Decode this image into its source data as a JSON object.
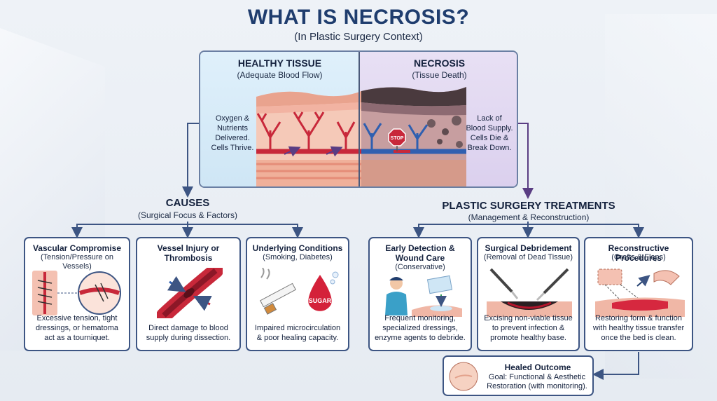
{
  "header": {
    "title": "WHAT IS NECROSIS?",
    "subtitle": "(In Plastic Surgery Context)"
  },
  "comparison": {
    "healthy": {
      "title": "HEALTHY TISSUE",
      "subtitle": "(Adequate Blood Flow)",
      "note_lines": [
        "Oxygen &",
        "Nutrients",
        "Delivered.",
        "Cells Thrive."
      ]
    },
    "necrosis": {
      "title": "NECROSIS",
      "subtitle": "(Tissue Death)",
      "note_lines": [
        "Lack of",
        "Blood Supply.",
        "Cells Die &",
        "Break Down."
      ],
      "stop_sign": "STOP"
    }
  },
  "causes": {
    "title": "CAUSES",
    "subtitle": "(Surgical Focus & Factors)",
    "cards": [
      {
        "title_lines": [
          "Vascular Compromise"
        ],
        "subtitle_lines": [
          "(Tension/Pressure on Vessels)"
        ],
        "desc_lines": [
          "Excessive tension, tight",
          "dressings, or hematoma",
          "act as a tourniquet."
        ]
      },
      {
        "title_lines": [
          "Vessel Injury or",
          "Thrombosis"
        ],
        "subtitle_lines": [],
        "desc_lines": [
          "Direct damage to blood",
          "supply during dissection."
        ]
      },
      {
        "title_lines": [
          "Underlying Conditions"
        ],
        "subtitle_lines": [
          "(Smoking, Diabetes)"
        ],
        "desc_lines": [
          "Impaired microcirculation",
          "& poor healing capacity."
        ],
        "sugar_label": "SUGAR"
      }
    ]
  },
  "treatments": {
    "title": "PLASTIC SURGERY TREATMENTS",
    "subtitle": "(Management & Reconstruction)",
    "cards": [
      {
        "title_lines": [
          "Early Detection &",
          "Wound Care"
        ],
        "subtitle_lines": [
          "(Conservative)"
        ],
        "desc_lines": [
          "Frequent monitoring,",
          "specialized dressings,",
          "enzyme agents to debride."
        ]
      },
      {
        "title_lines": [
          "Surgical Debridement"
        ],
        "subtitle_lines": [
          "(Removal of Dead Tissue)"
        ],
        "desc_lines": [
          "Excising non-viable tissue",
          "to prevent infection &",
          "promote healthy base."
        ]
      },
      {
        "title_lines": [
          "Reconstructive Procedures"
        ],
        "subtitle_lines": [
          "(Grafts & Flaps)"
        ],
        "desc_lines": [
          "Restoring form & function",
          "with healthy tissue transfer",
          "once the bed is clean."
        ]
      }
    ]
  },
  "outcome": {
    "title": "Healed Outcome",
    "desc_lines": [
      "Goal: Functional & Aesthetic",
      "Restoration (with monitoring)."
    ]
  },
  "colors": {
    "navy": "#1f3d6e",
    "card_border": "#3d5583",
    "healthy_bg": "#dff0fb",
    "necrosis_bg": "#e8e0f4",
    "blood_red": "#c8283a",
    "vein_blue": "#2f5fb0"
  },
  "icons": [
    "stop-sign-icon",
    "cigarette-icon",
    "sugar-drop-icon",
    "nurse-icon",
    "scalpel-icon",
    "graft-icon",
    "healed-skin-icon"
  ]
}
